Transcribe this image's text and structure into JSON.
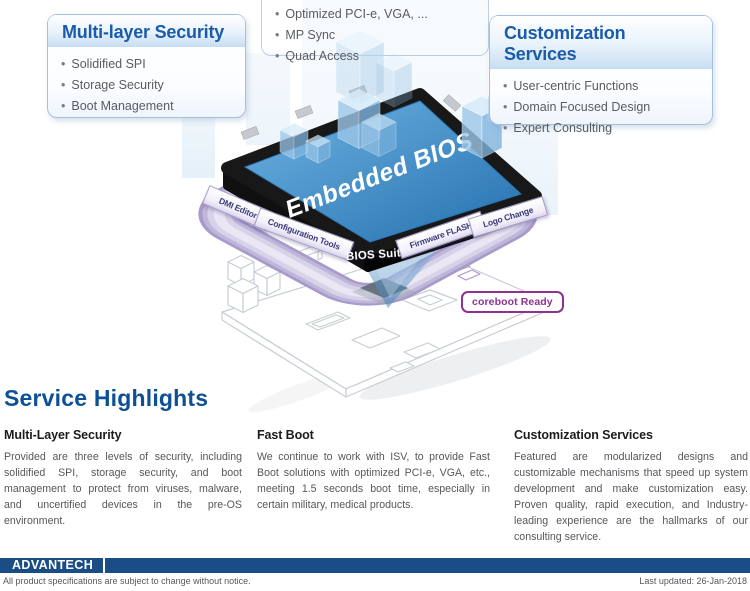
{
  "diagram": {
    "chip_label": "Embedded BIOS",
    "left_box": {
      "title": "Multi-layer Security",
      "items": [
        "Solidified SPI",
        "Storage Security",
        "Boot Management"
      ]
    },
    "top_box": {
      "items": [
        "Optimized PCI-e, VGA, ...",
        "MP Sync",
        "Quad Access"
      ]
    },
    "right_box": {
      "title": "Customization Services",
      "items": [
        "User-centric Functions",
        "Domain Focused Design",
        "Expert Consulting"
      ]
    },
    "band_labels": {
      "dmi_editor": "DMI Editor",
      "configuration_tools": "Configuration Tools",
      "bios_suite": "BIOS Suite",
      "firmware_flash": "Firmware FLASH",
      "logo_change": "Logo Change"
    },
    "badge": "coreboot Ready"
  },
  "highlights": {
    "title": "Service Highlights",
    "columns": [
      {
        "heading": "Multi-Layer Security",
        "body": "Provided are three levels of security, including solidified SPI, storage security, and boot management to protect from viruses, malware, and uncertified devices in the pre-OS environment."
      },
      {
        "heading": "Fast Boot",
        "body": "We continue to work with ISV, to provide Fast Boot solutions with optimized PCI-e, VGA, etc., meeting 1.5 seconds boot time, especially in certain military, medical products."
      },
      {
        "heading": "Customization Services",
        "body": "Featured are modularized designs and customizable mechanisms that speed up system development and make customization easy. Proven quality, rapid execution, and Industry-leading experience are the hallmarks of our consulting service."
      }
    ]
  },
  "footer": {
    "logo": "ADVANTECH",
    "disclaimer": "All product specifications are subject to change without notice.",
    "updated": "Last updated: 26-Jan-2018"
  },
  "colors": {
    "box_title_blue": "#1a5caa",
    "heading_blue": "#0d5094",
    "footer_bar_blue": "#1a4d85",
    "band_purple": "#b3a7d2",
    "badge_purple": "#8e3190",
    "chip_blue": "#2e7cbe",
    "body_text_gray": "#55575c"
  }
}
